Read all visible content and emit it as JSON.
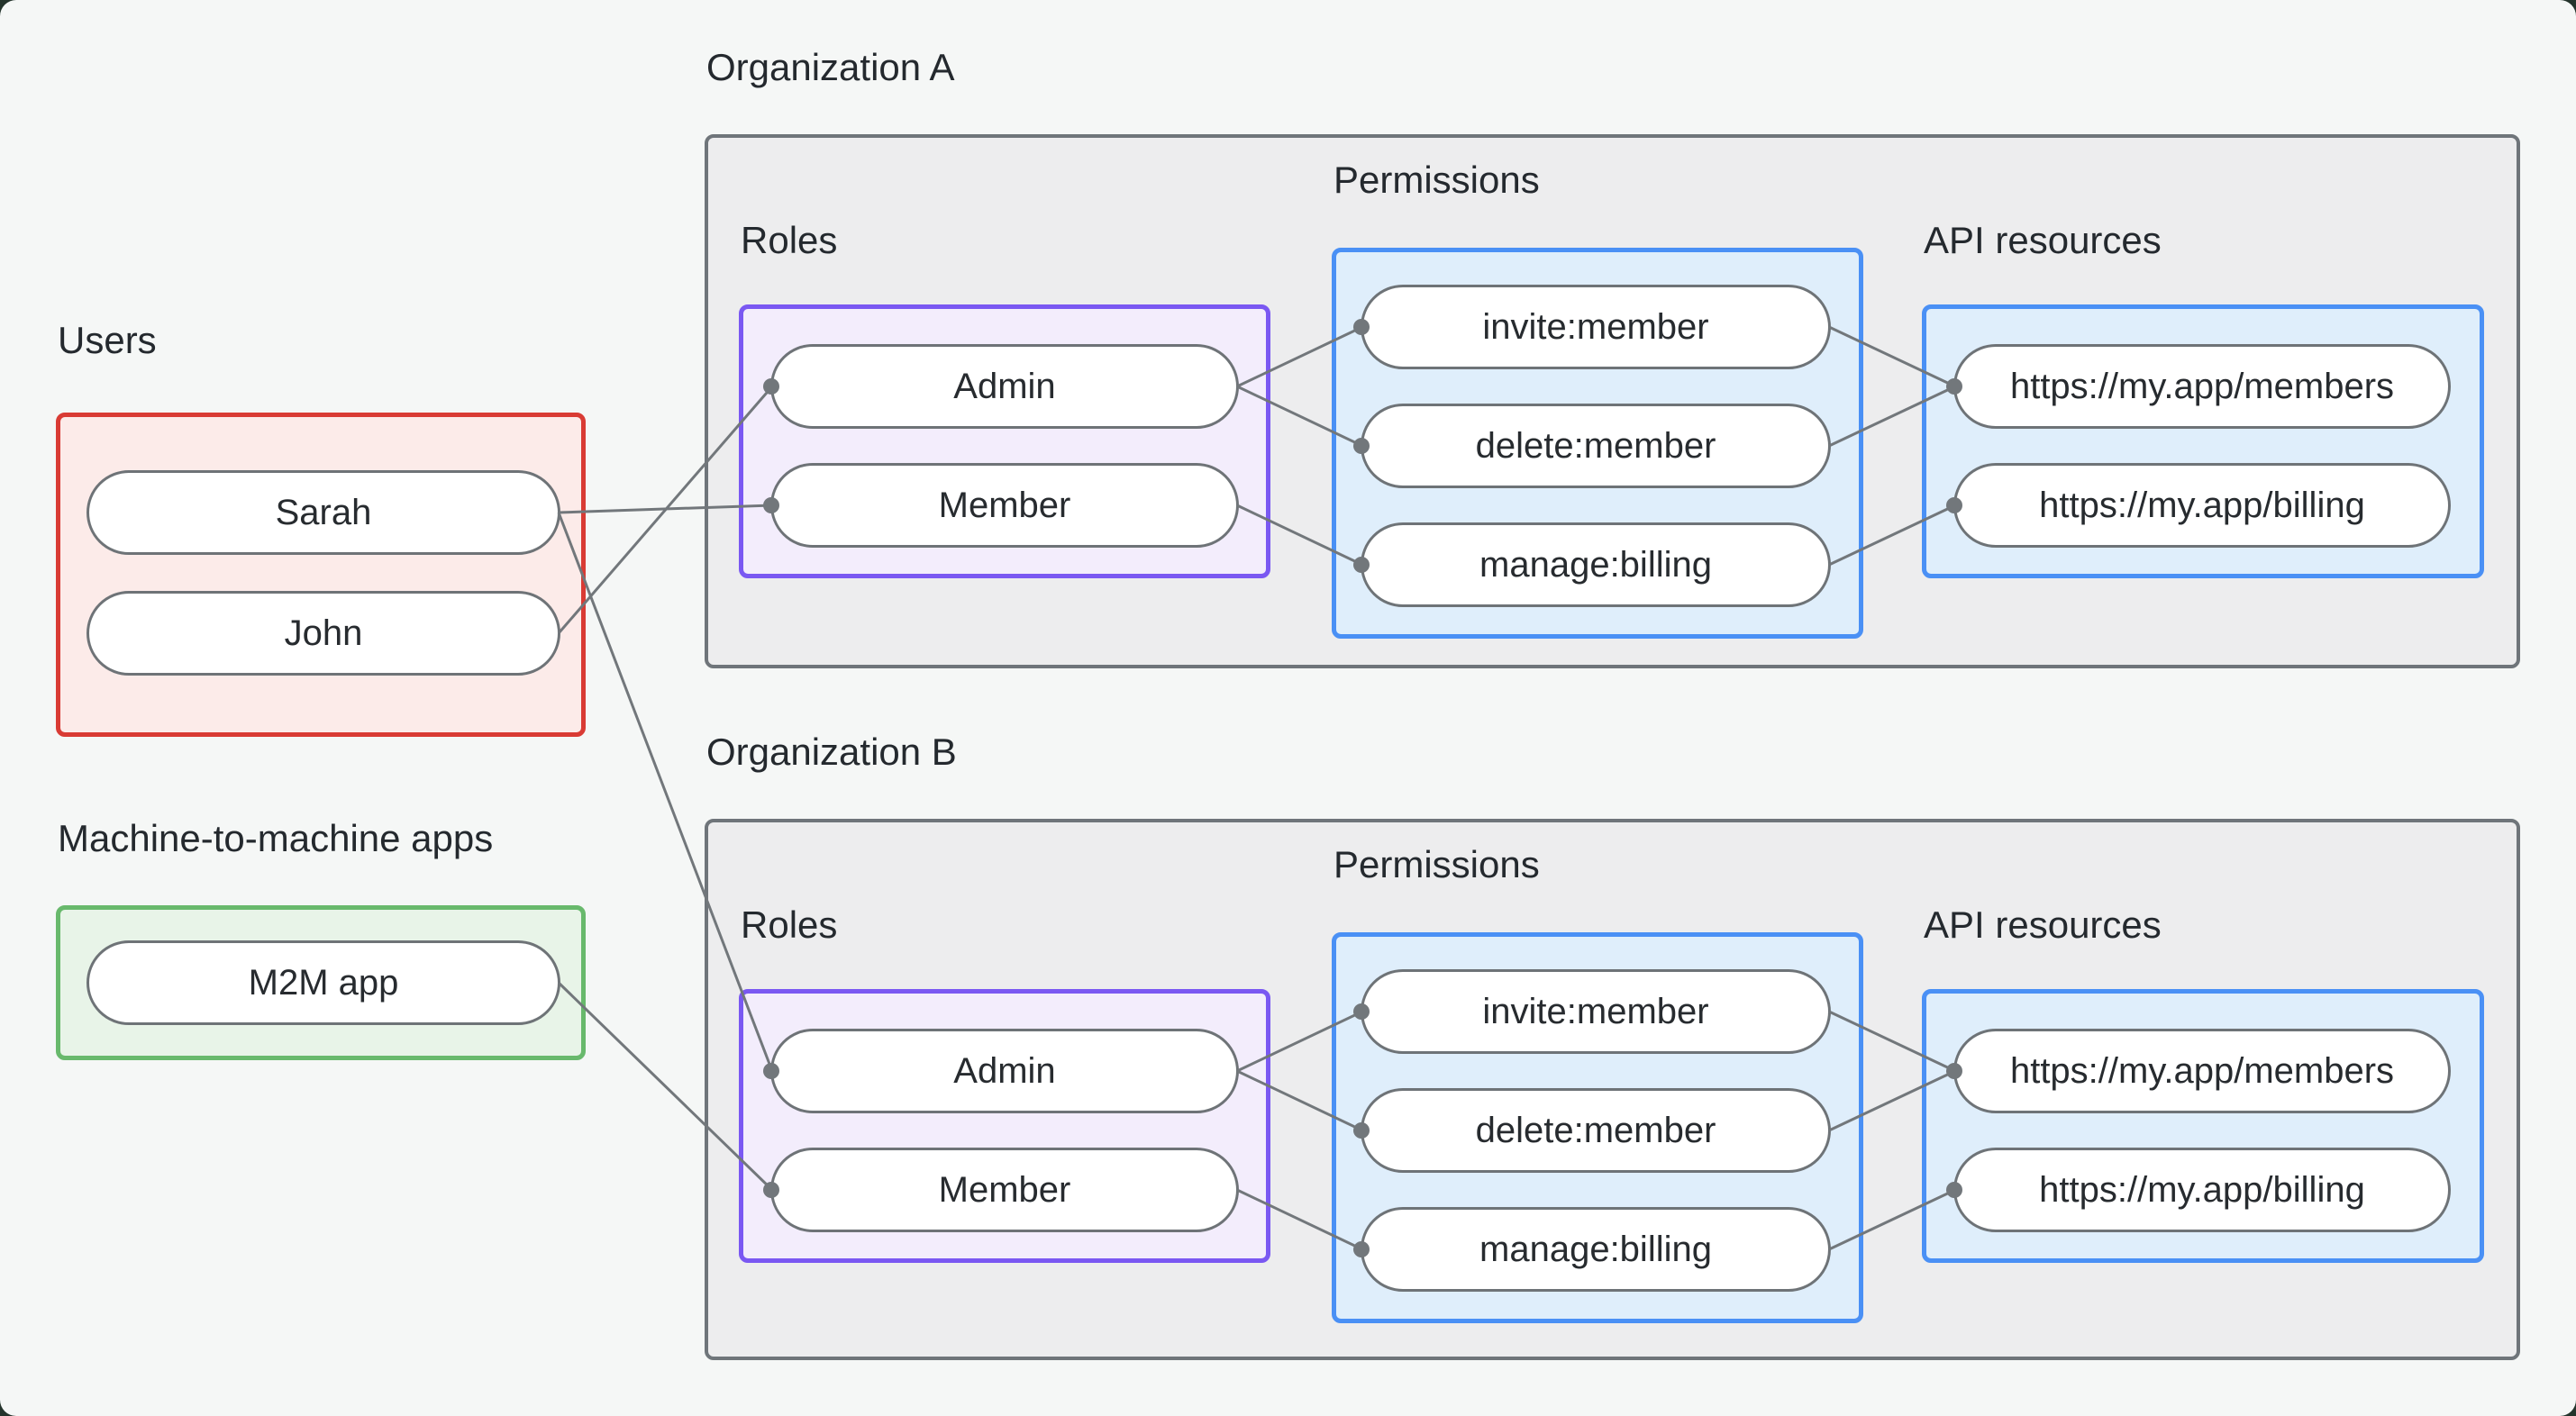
{
  "labels": {
    "users": "Users",
    "m2m": "Machine-to-machine apps",
    "org_a": "Organization A",
    "org_b": "Organization B",
    "roles": "Roles",
    "permissions": "Permissions",
    "api_resources": "API resources"
  },
  "nodes": {
    "sarah": "Sarah",
    "john": "John",
    "m2m_app": "M2M app",
    "admin_a": "Admin",
    "member_a": "Member",
    "invite_a": "invite:member",
    "delete_a": "delete:member",
    "manage_a": "manage:billing",
    "members_a": "https://my.app/members",
    "billing_a": "https://my.app/billing",
    "admin_b": "Admin",
    "member_b": "Member",
    "invite_b": "invite:member",
    "delete_b": "delete:member",
    "manage_b": "manage:billing",
    "members_b": "https://my.app/members",
    "billing_b": "https://my.app/billing"
  },
  "edges": [
    {
      "from": "sarah",
      "to": "member_a"
    },
    {
      "from": "john",
      "to": "admin_a"
    },
    {
      "from": "sarah",
      "to": "admin_b"
    },
    {
      "from": "m2m_app",
      "to": "member_b"
    },
    {
      "from": "admin_a",
      "to": "invite_a"
    },
    {
      "from": "admin_a",
      "to": "delete_a"
    },
    {
      "from": "member_a",
      "to": "manage_a"
    },
    {
      "from": "invite_a",
      "to": "members_a"
    },
    {
      "from": "delete_a",
      "to": "members_a"
    },
    {
      "from": "manage_a",
      "to": "billing_a"
    },
    {
      "from": "admin_b",
      "to": "invite_b"
    },
    {
      "from": "admin_b",
      "to": "delete_b"
    },
    {
      "from": "member_b",
      "to": "manage_b"
    },
    {
      "from": "invite_b",
      "to": "members_b"
    },
    {
      "from": "delete_b",
      "to": "members_b"
    },
    {
      "from": "manage_b",
      "to": "billing_b"
    }
  ],
  "style": {
    "edge_width": 3,
    "dot_radius": 9
  },
  "colors": {
    "background": "#f5f7f6",
    "canvas_corner": "#24342c",
    "org_box_fill": "#ededee",
    "org_box_border": "#6f757a",
    "users_border": "#d93b34",
    "users_fill": "#fcebe9",
    "m2m_border": "#68b96c",
    "m2m_fill": "#e8f4e8",
    "roles_border": "#7a58f2",
    "roles_fill": "#f3edfc",
    "blue_border": "#4a90f5",
    "blue_fill": "#dfeefb",
    "node_border": "#6e7377",
    "node_fill": "#ffffff",
    "edge": "#72777b",
    "text": "#24292e"
  }
}
